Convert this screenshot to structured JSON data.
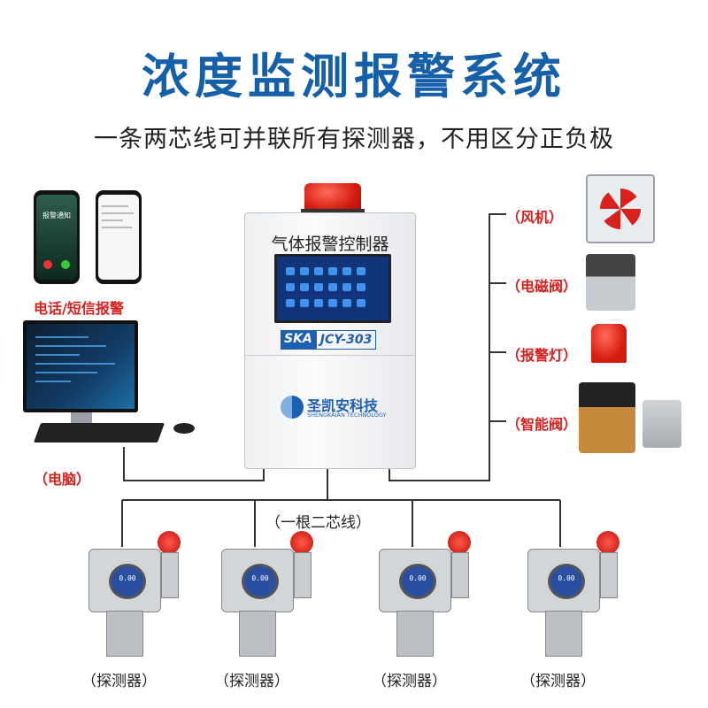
{
  "title": "浓度监测报警系统",
  "subtitle": "一条两芯线可并联所有探测器，不用区分正负极",
  "phones": {
    "label": "电话/短信报警",
    "call_text": "报警通知"
  },
  "computer": {
    "label": "（电脑）"
  },
  "controller": {
    "name": "气体报警控制器",
    "model_badge": "SKA",
    "model_text": "JCY-303",
    "brand_cn": "圣凯安科技",
    "brand_en": "SHENGKAIAN TECHNOLOGY"
  },
  "outputs": [
    {
      "label": "（风机）"
    },
    {
      "label": "（电磁阀）"
    },
    {
      "label": "（报警灯）"
    },
    {
      "label": "（智能阀）"
    }
  ],
  "bus_label": "（一根二芯线）",
  "detectors": [
    {
      "label": "（探测器）",
      "reading": "0.00"
    },
    {
      "label": "（探测器）",
      "reading": "0.00"
    },
    {
      "label": "（探测器）",
      "reading": "0.00"
    },
    {
      "label": "（探测器）",
      "reading": "0.00"
    }
  ],
  "colors": {
    "title": "#1560a8",
    "label_red": "#d8201c",
    "wire": "#333333"
  }
}
